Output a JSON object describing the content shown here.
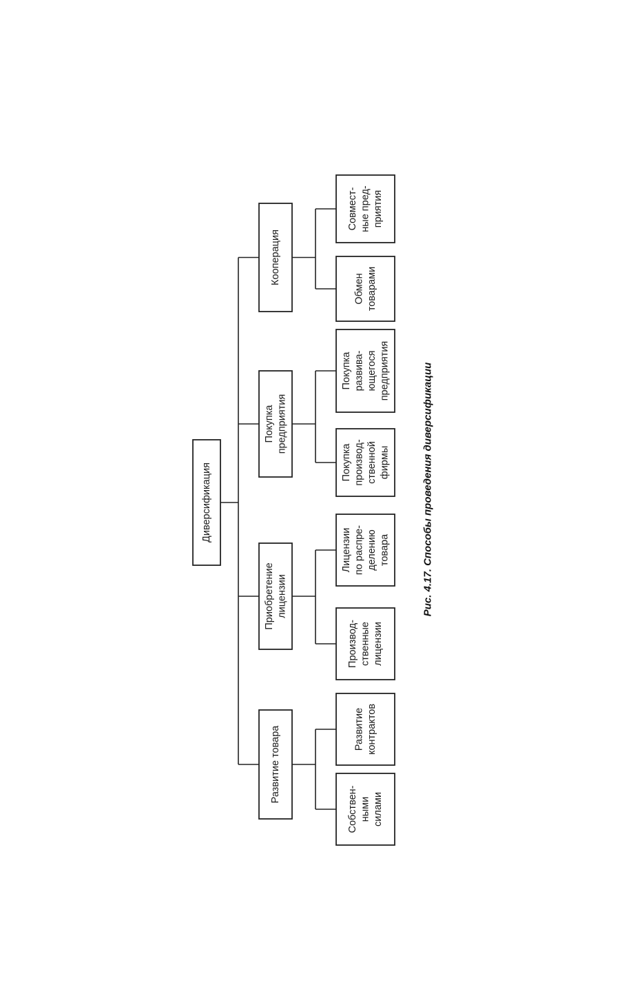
{
  "diagram": {
    "root": {
      "id": "root",
      "lines": [
        "Диверсификация"
      ]
    },
    "branches": [
      {
        "id": "b1",
        "lines": [
          "Развитие товара"
        ],
        "children": [
          {
            "id": "b1c1",
            "lines": [
              "Собствен-",
              "ными",
              "силами"
            ]
          },
          {
            "id": "b1c2",
            "lines": [
              "Развитие",
              "контрактов"
            ]
          }
        ]
      },
      {
        "id": "b2",
        "lines": [
          "Приобретение",
          "лицензии"
        ],
        "children": [
          {
            "id": "b2c1",
            "lines": [
              "Производ-",
              "ственные",
              "лицензии"
            ]
          },
          {
            "id": "b2c2",
            "lines": [
              "Лицензии",
              "по распре-",
              "делению",
              "товара"
            ]
          }
        ]
      },
      {
        "id": "b3",
        "lines": [
          "Покупка",
          "предприятия"
        ],
        "children": [
          {
            "id": "b3c1",
            "lines": [
              "Покупка",
              "производ-",
              "ственной",
              "фирмы"
            ]
          },
          {
            "id": "b3c2",
            "lines": [
              "Покупка",
              "развива-",
              "ющегося",
              "предприятия"
            ]
          }
        ]
      },
      {
        "id": "b4",
        "lines": [
          "Кооперация"
        ],
        "children": [
          {
            "id": "b4c1",
            "lines": [
              "Обмен",
              "товарами"
            ]
          },
          {
            "id": "b4c2",
            "lines": [
              "Совмест-",
              "ные пред-",
              "приятия"
            ]
          }
        ]
      }
    ],
    "caption": "Рис. 4.17. Способы проведения диверсификации"
  }
}
